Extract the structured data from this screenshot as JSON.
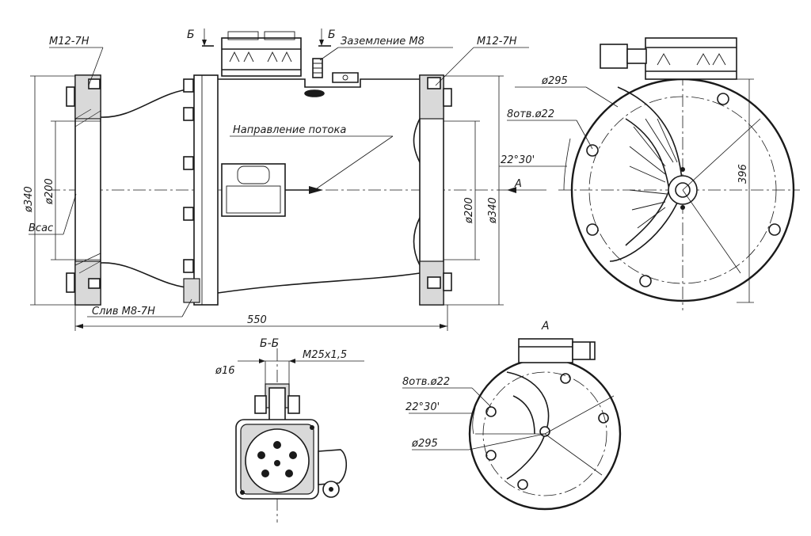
{
  "labels": {
    "thread_left": "M12-7H",
    "thread_right": "M12-7H",
    "section_mark_1": "Б",
    "section_mark_2": "Б",
    "grounding": "Заземление M8",
    "flow_direction": "Направление потока",
    "dia_340_left": "ø340",
    "dia_200_left": "ø200",
    "dia_200_right": "ø200",
    "dia_340_right": "ø340",
    "suction": "Всас",
    "drain": "Слив M8-7H",
    "length": "550",
    "view_arrow_a": "A",
    "dia_295_top": "ø295",
    "holes_top": "8отв.ø22",
    "angle_top": "22°30'",
    "height_396": "396",
    "section_title": "Б-Б",
    "dia_16": "ø16",
    "thread_m25": "M25x1,5",
    "view_a_title": "A",
    "holes_bottom": "8отв.ø22",
    "angle_bottom": "22°30'",
    "dia_295_bottom": "ø295"
  },
  "colors": {
    "line": "#1a1a1a",
    "background": "#ffffff"
  }
}
